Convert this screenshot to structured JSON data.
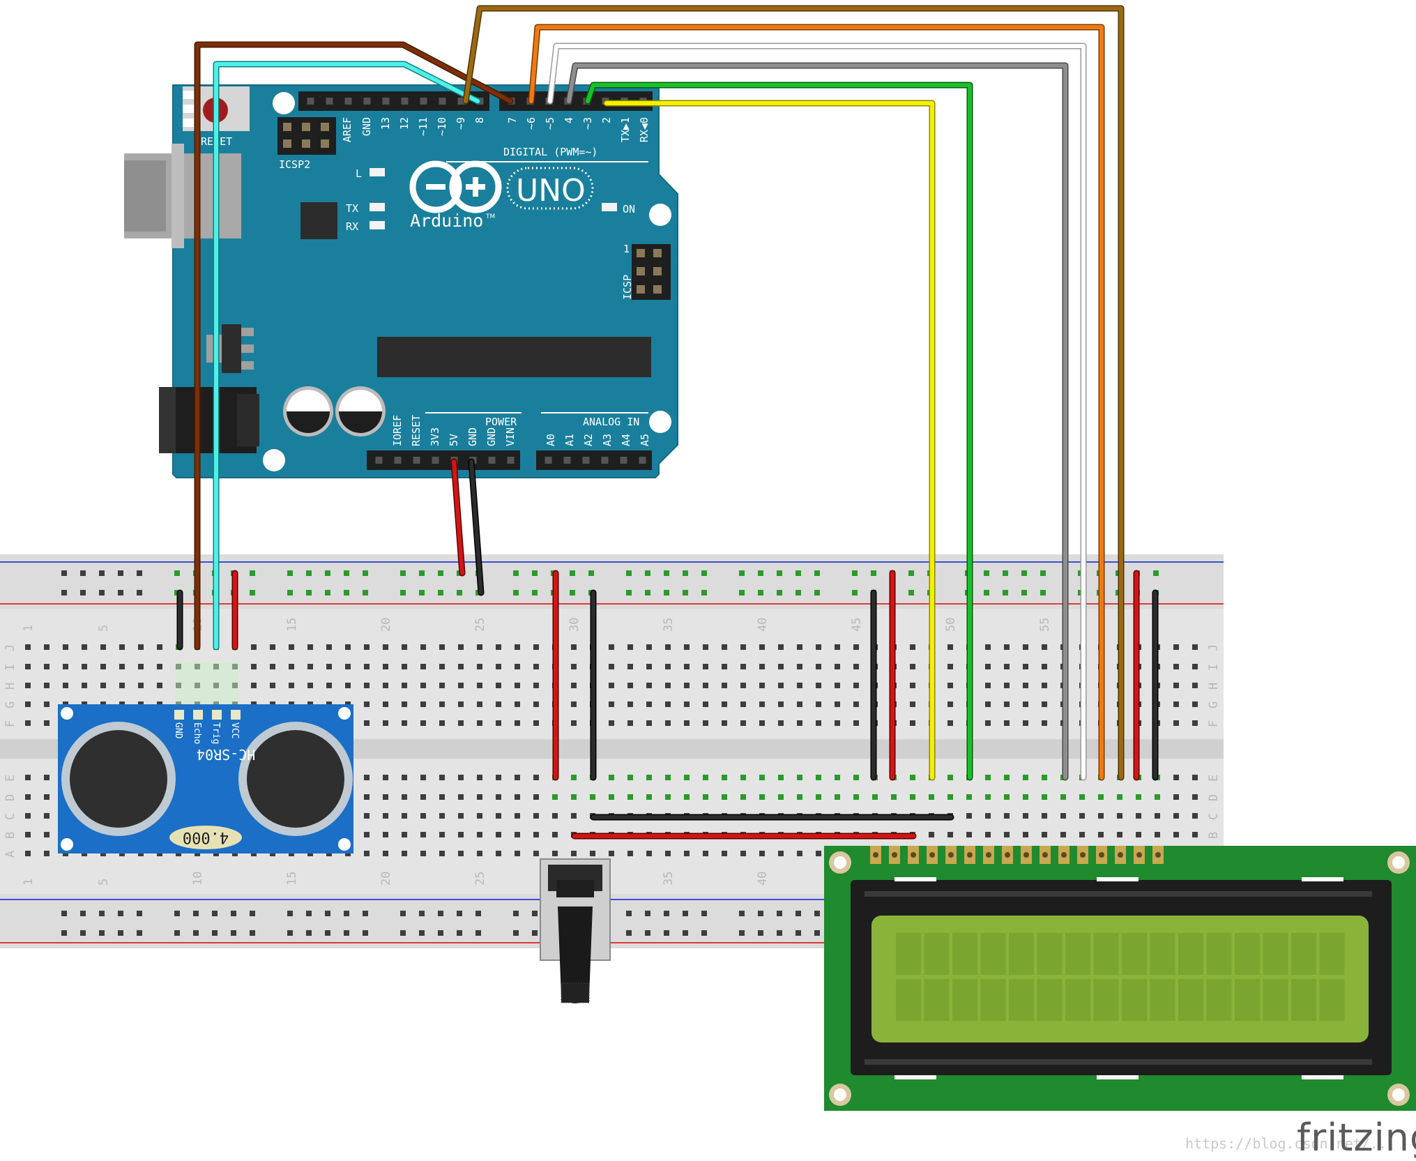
{
  "arduino": {
    "reset_label": "RESET",
    "icsp2_label": "ICSP2",
    "icsp_label": "ICSP",
    "icsp_pin1": "1",
    "uno_label": "UNO",
    "brand_label": "Arduino",
    "tm_mark": "TM",
    "on_label": "ON",
    "led_l": "L",
    "led_tx": "TX",
    "led_rx": "RX",
    "digital_header_label": "DIGITAL (PWM=~)",
    "digital_pins": [
      "AREF",
      "GND",
      "13",
      "12",
      "~11",
      "~10",
      "~9",
      "8",
      "7",
      "~6",
      "~5",
      "4",
      "~3",
      "2",
      "TX▶1",
      "RX◀0"
    ],
    "power_label": "POWER",
    "power_pins": [
      "IOREF",
      "RESET",
      "3V3",
      "5V",
      "GND",
      "GND",
      "VIN"
    ],
    "analog_label": "ANALOG IN",
    "analog_pins": [
      "A0",
      "A1",
      "A2",
      "A3",
      "A4",
      "A5"
    ]
  },
  "breadboard": {
    "row_letters_top": [
      "J",
      "I",
      "H",
      "G",
      "F"
    ],
    "row_letters_bottom": [
      "E",
      "D",
      "C",
      "B",
      "A"
    ],
    "column_numbers": [
      "1",
      "5",
      "10",
      "15",
      "20",
      "25",
      "30",
      "35",
      "40",
      "45",
      "50",
      "55"
    ]
  },
  "sensor": {
    "model": "HC-SR04",
    "crystal": "4.000",
    "pins": [
      "GND",
      "Echo",
      "Trig",
      "VCC"
    ]
  },
  "footer": {
    "watermark": "https://blog.csdn.net/...",
    "logo": "fritzing"
  }
}
